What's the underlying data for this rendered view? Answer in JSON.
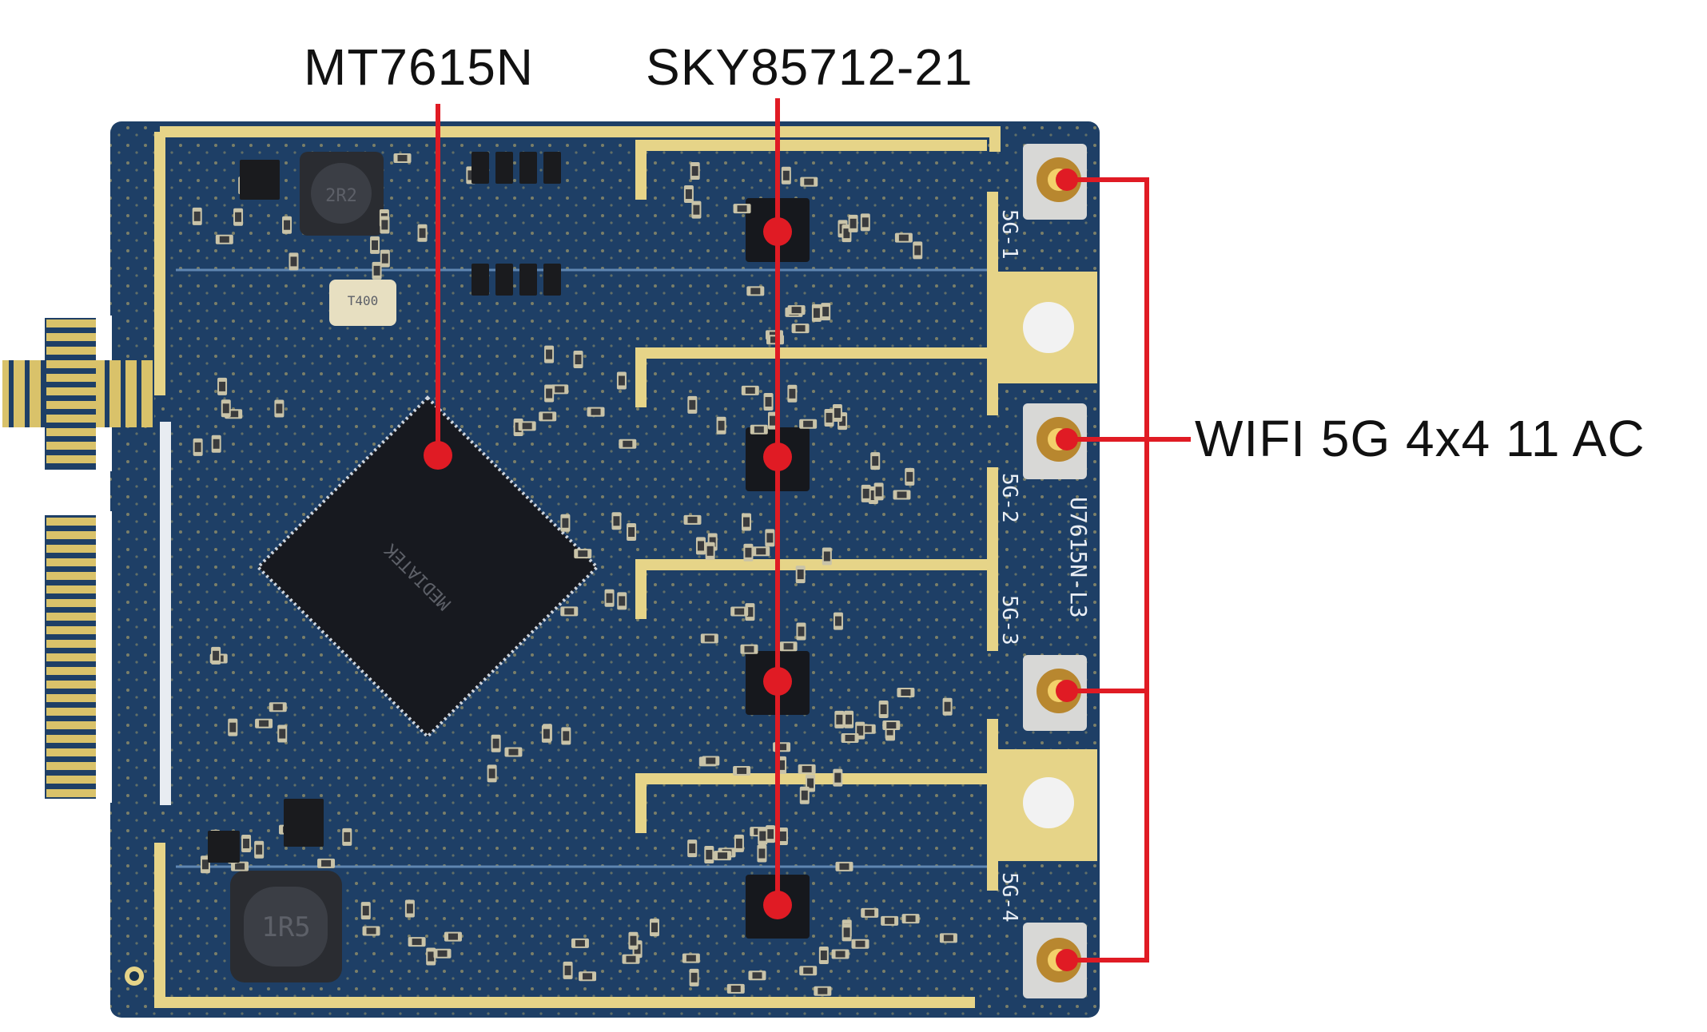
{
  "labels": {
    "chip_main": "MT7615N",
    "chip_fem": "SKY85712-21",
    "wifi": "WIFI 5G 4x4 11 AC"
  },
  "board": {
    "model_silk": "U7615N-L3",
    "antenna_silk": [
      "5G-1",
      "5G-2",
      "5G-3",
      "5G-4"
    ],
    "inductor_top": "2R2",
    "inductor_bottom": "1R5",
    "crystal": "T400"
  },
  "colors": {
    "pcb": "#1e3f66",
    "pcb_dark": "#16324f",
    "gold": "#e6d488",
    "annotation": "#e01b24",
    "chip": "#17191f"
  }
}
